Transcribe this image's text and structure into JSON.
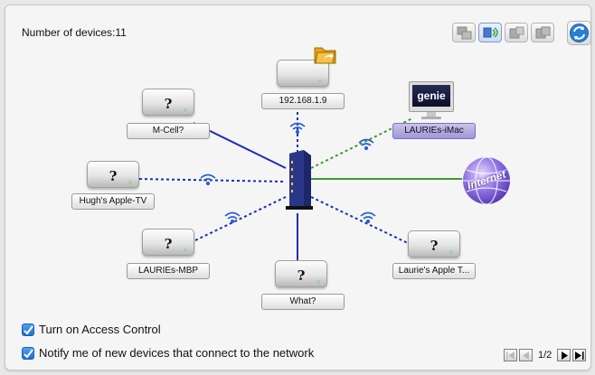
{
  "header": {
    "device_count": "Number of devices:11"
  },
  "view_buttons": [
    "list-view-icon",
    "map-view-icon",
    "split-view-icon",
    "grid-view-icon"
  ],
  "refresh_icon": "refresh-icon",
  "router": {
    "icon": "router-icon"
  },
  "internet": {
    "label": "Internet"
  },
  "devices": [
    {
      "label": "192.168.1.9",
      "icon": "folder-share-icon",
      "connection": "wireless"
    },
    {
      "label": "M-Cell?",
      "glyph": "?",
      "connection": "wired"
    },
    {
      "label": "Hugh's Apple-TV",
      "glyph": "?",
      "connection": "wireless"
    },
    {
      "label": "LAURIEs-MBP",
      "glyph": "?",
      "connection": "wireless"
    },
    {
      "label": "What?",
      "glyph": "?",
      "connection": "wired"
    },
    {
      "label": "Laurie's Apple T...",
      "glyph": "?",
      "connection": "wireless"
    },
    {
      "label": "LAURIEs-iMac",
      "screen_text": "genie",
      "connection": "wireless",
      "selected": true
    }
  ],
  "options": {
    "access_control": {
      "label": "Turn on Access Control",
      "checked": true
    },
    "notify": {
      "label": "Notify me of new devices that connect to the network",
      "checked": true
    }
  },
  "pagination": {
    "page": "1/2"
  },
  "colors": {
    "wired": "#1a2fb5",
    "wireless": "#1a2fb5",
    "imac_link": "#3c9a2f",
    "internet_link": "#3c9a2f",
    "accent": "#2a7fd6"
  }
}
